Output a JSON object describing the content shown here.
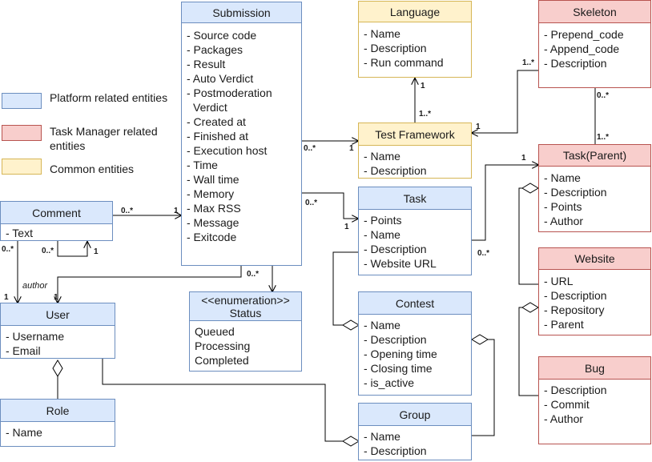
{
  "legend": [
    {
      "label": "Platform related entities",
      "color": "#dae8fc",
      "border": "#6c8ebf"
    },
    {
      "label": "Task Manager related entities",
      "color": "#f8cecc",
      "border": "#b85450"
    },
    {
      "label": "Common entities",
      "color": "#fff2cc",
      "border": "#d6b656"
    }
  ],
  "classes": {
    "submission": {
      "name": "Submission",
      "attrs": [
        "- Source code",
        "- Packages",
        "- Result",
        "- Auto Verdict",
        "- Postmoderation",
        "Verdict",
        "- Created at",
        "- Finished at",
        "- Execution host",
        "- Time",
        "- Wall time",
        "- Memory",
        "- Max RSS",
        "- Message",
        "- Exitcode"
      ]
    },
    "language": {
      "name": "Language",
      "attrs": [
        "- Name",
        "- Description",
        "- Run command"
      ]
    },
    "skeleton": {
      "name": "Skeleton",
      "attrs": [
        "- Prepend_code",
        "- Append_code",
        "- Description"
      ]
    },
    "test_framework": {
      "name": "Test Framework",
      "attrs": [
        "- Name",
        "- Description"
      ]
    },
    "task_parent": {
      "name": "Task(Parent)",
      "attrs": [
        "- Name",
        "- Description",
        "- Points",
        "- Author"
      ]
    },
    "task": {
      "name": "Task",
      "attrs": [
        "- Points",
        "- Name",
        "- Description",
        "- Website URL"
      ]
    },
    "comment": {
      "name": "Comment",
      "attrs": [
        "- Text"
      ]
    },
    "website": {
      "name": "Website",
      "attrs": [
        "- URL",
        "- Description",
        "- Repository",
        "- Parent"
      ]
    },
    "status": {
      "stereotype": "<<enumeration>>",
      "name": "Status",
      "attrs": [
        "Queued",
        "Processing",
        "Completed"
      ]
    },
    "user": {
      "name": "User",
      "attrs": [
        "- Username",
        "- Email"
      ]
    },
    "contest": {
      "name": "Contest",
      "attrs": [
        "- Name",
        "- Description",
        "- Opening time",
        "- Closing time",
        "- is_active"
      ]
    },
    "bug": {
      "name": "Bug",
      "attrs": [
        "- Description",
        "- Commit",
        "- Author"
      ]
    },
    "role": {
      "name": "Role",
      "attrs": [
        "- Name"
      ]
    },
    "group": {
      "name": "Group",
      "attrs": [
        "- Name",
        "- Description"
      ]
    }
  },
  "multiplicities": {
    "lang_tf": "1",
    "tf_lang": "1..*",
    "skel_tf": "1..*",
    "tf_skel": "1",
    "skel_task": "0..*",
    "task_skel": "1..*",
    "sub_tf": "0..*",
    "tf_sub": "1",
    "sub_task": "0..*",
    "task_sub": "1",
    "comment_sub": "0..*",
    "sub_comment": "1",
    "task_tp": "0..*",
    "tp_task": "1",
    "sub_user": "0..*",
    "comment_user": "0..*",
    "user_comment": "1",
    "self_a": "0..*",
    "self_b": "1",
    "author_role": "author"
  }
}
